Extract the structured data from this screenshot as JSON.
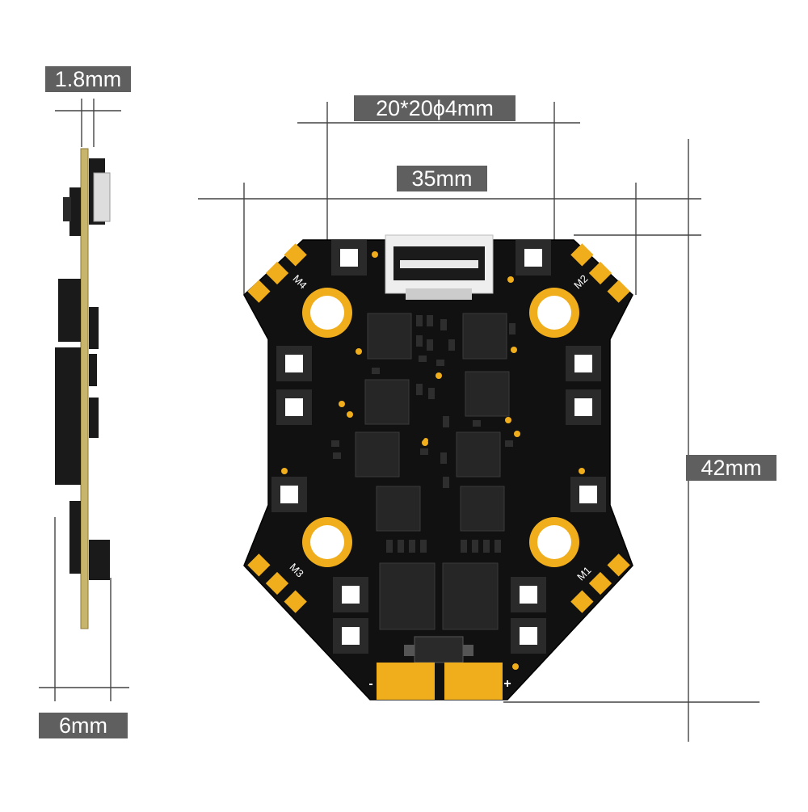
{
  "dimensions": {
    "thickness_board": "1.8mm",
    "mount_pattern": "20*20ϕ4mm",
    "width": "35mm",
    "height": "42mm",
    "thickness_total": "6mm"
  },
  "motor_labels": {
    "m1": "M1",
    "m2": "M2",
    "m3": "M3",
    "m4": "M4"
  },
  "power_labels": {
    "negative": "-",
    "positive": "+"
  },
  "colors": {
    "board": "#111111",
    "pad_gold": "#f1ae1c",
    "label_bg": "#5f5f5f",
    "dim_line": "#444444",
    "pcb_side": "#c8b56c"
  }
}
